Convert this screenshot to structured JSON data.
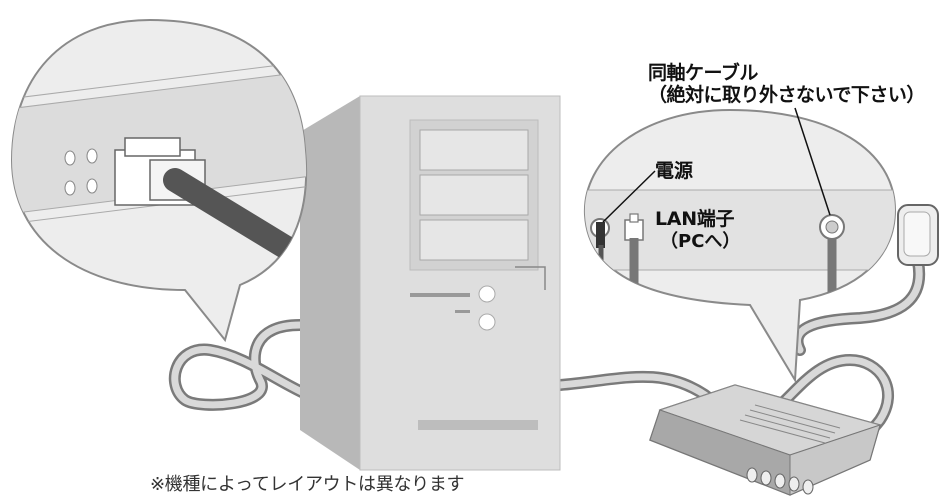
{
  "labels": {
    "coax_cable": "同軸ケーブル",
    "coax_note": "（絶対に取り外さないで下さい）",
    "power": "電源",
    "lan_port": "LAN端子",
    "lan_note": "（PCへ）"
  },
  "footnote": "※機種によってレイアウトは異なります",
  "icons": [
    "pc-tower-icon",
    "modem-icon",
    "ac-adapter-icon",
    "lan-jack-icon",
    "coax-connector-icon"
  ],
  "colors": {
    "tower_face": "#dcdcdc",
    "tower_side": "#b5b5b5",
    "cable": "#6a6a6a",
    "outline": "#8a8a8a"
  }
}
